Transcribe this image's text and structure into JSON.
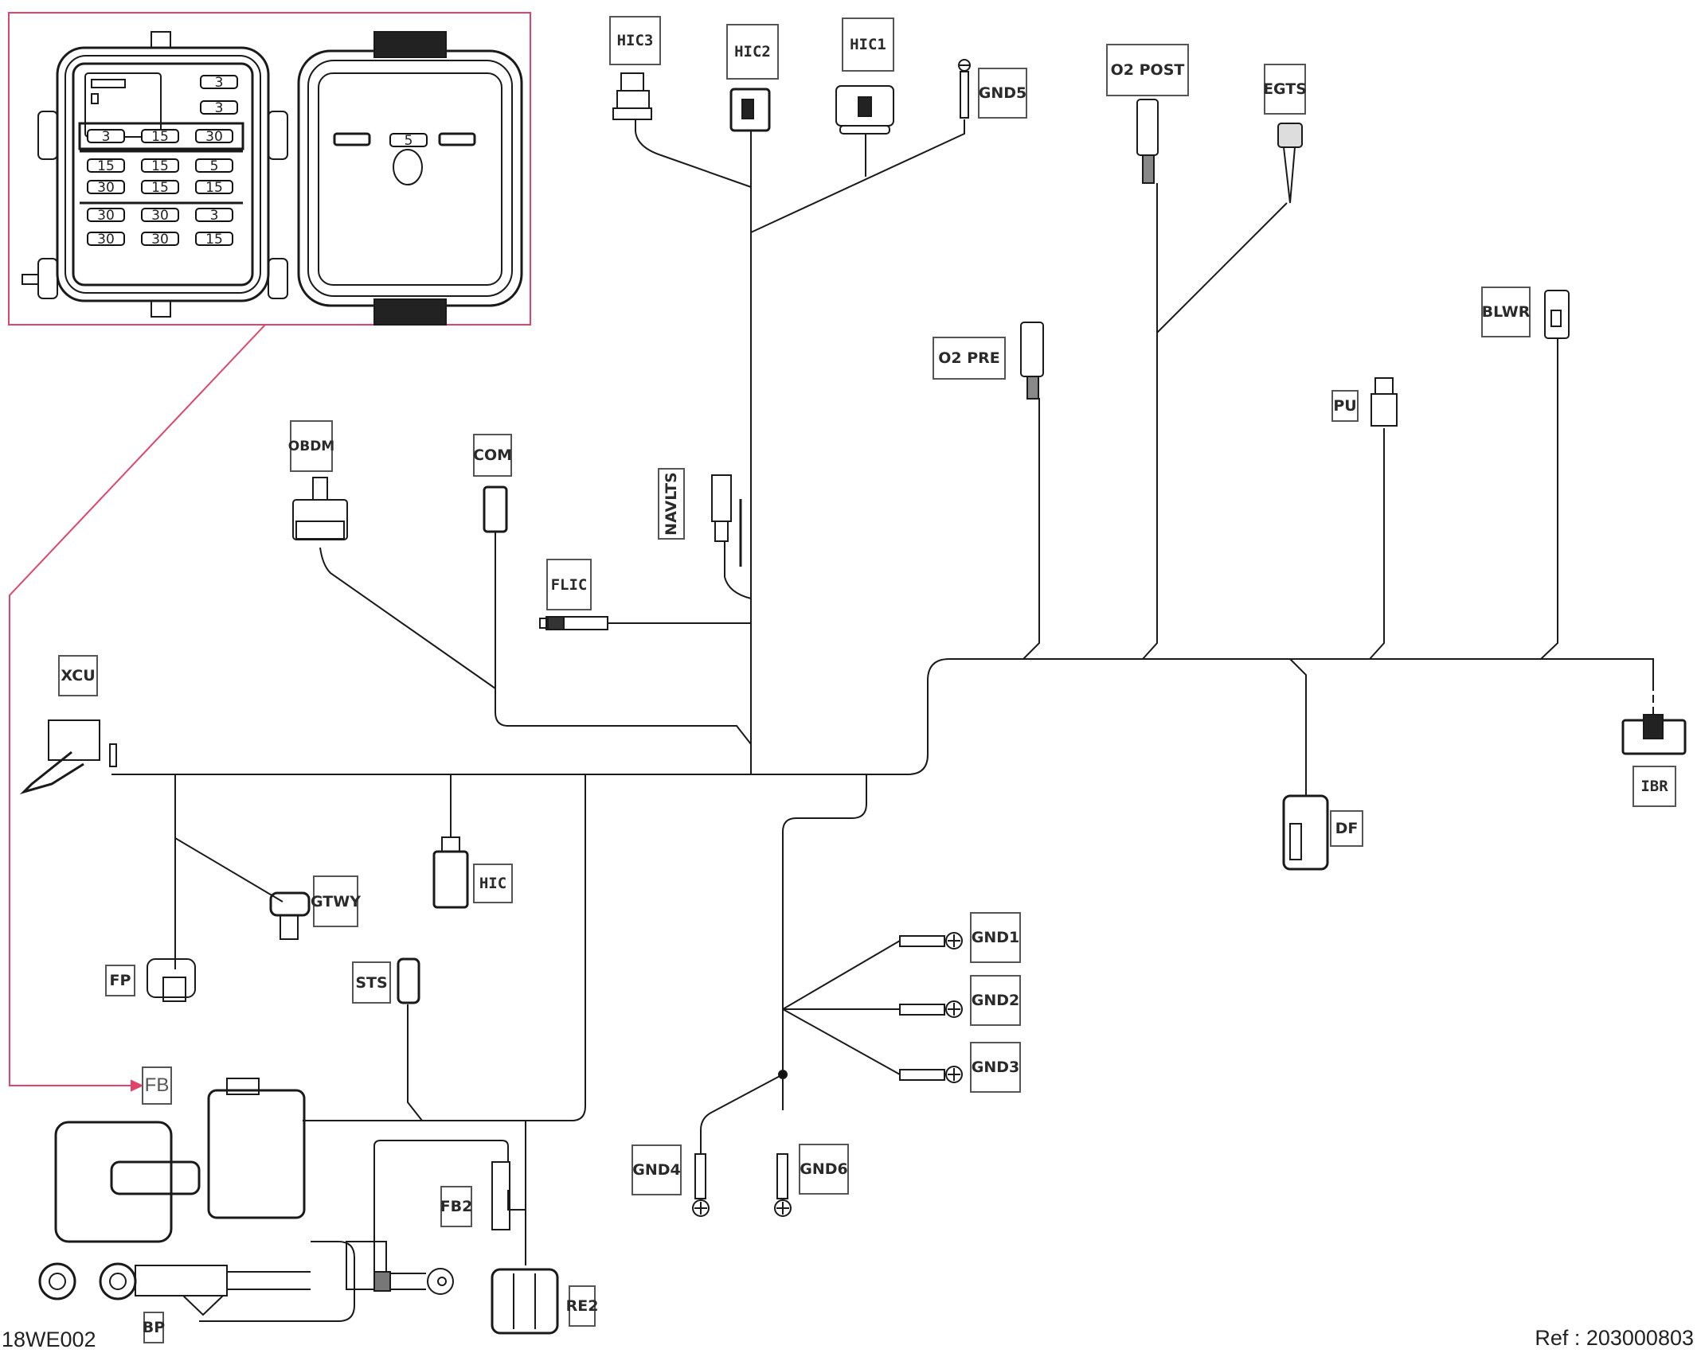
{
  "drawing": {
    "code": "18WE002",
    "reference": "Ref : 203000803",
    "accent_color": "#e0446b"
  },
  "fuse_box_inset": {
    "left_panel": {
      "top_right_fuses": [
        "3",
        "3"
      ],
      "row_1": [
        "3",
        "15",
        "30"
      ],
      "row_2": [
        "15",
        "15",
        "5"
      ],
      "row_3": [
        "30",
        "15",
        "15"
      ],
      "row_4": [
        "30",
        "30",
        "3"
      ],
      "row_5": [
        "30",
        "30",
        "15"
      ]
    },
    "right_panel": {
      "spare_fuses": [
        "5"
      ]
    }
  },
  "connectors": {
    "HIC3": "HIC3",
    "HIC2": "HIC2",
    "HIC1": "HIC1",
    "GND5": "GND5",
    "O2_POST": "O2 POST",
    "EGTS": "EGTS",
    "BLWR": "BLWR",
    "O2_PRE": "O2 PRE",
    "PU": "PU",
    "OBDM": "OBDM",
    "COM": "COM",
    "NAVLTS": "NAVLTS",
    "FLIC": "FLIC",
    "XCU": "XCU",
    "IBR": "IBR",
    "DF": "DF",
    "GTWY": "GTWY",
    "HIC": "HIC",
    "FP": "FP",
    "STS": "STS",
    "GND1": "GND1",
    "GND2": "GND2",
    "GND3": "GND3",
    "GND4": "GND4",
    "GND6": "GND6",
    "FB": "FB",
    "FB2": "FB2",
    "RE2": "RE2",
    "BP": "BP"
  }
}
